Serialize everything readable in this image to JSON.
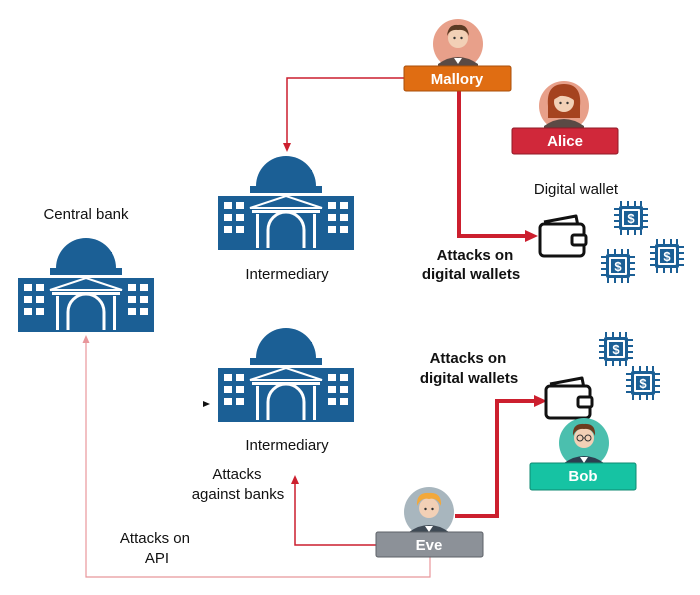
{
  "labels": {
    "central_bank": "Central bank",
    "intermediary_1": "Intermediary",
    "intermediary_2": "Intermediary",
    "digital_wallet": "Digital wallet",
    "attacks_wallets_1": [
      "Attacks on",
      "digital wallets"
    ],
    "attacks_wallets_2": [
      "Attacks on",
      "digital wallets"
    ],
    "attacks_banks": [
      "Attacks",
      "against banks"
    ],
    "attacks_api": [
      "Attacks on",
      "API"
    ]
  },
  "actors": {
    "mallory": "Mallory",
    "alice": "Alice",
    "bob": "Bob",
    "eve": "Eve"
  },
  "colors": {
    "bank_blue": "#1b5f95",
    "mallory": "#e06d12",
    "alice": "#d0283a",
    "bob": "#16c3a3",
    "eve": "#8c9198",
    "attack_red": "#cc1f2e",
    "api_line": "#e8969b"
  },
  "icons": [
    "bank-building-icon",
    "wallet-icon",
    "coin-chip-icon",
    "person-avatar-icon"
  ]
}
